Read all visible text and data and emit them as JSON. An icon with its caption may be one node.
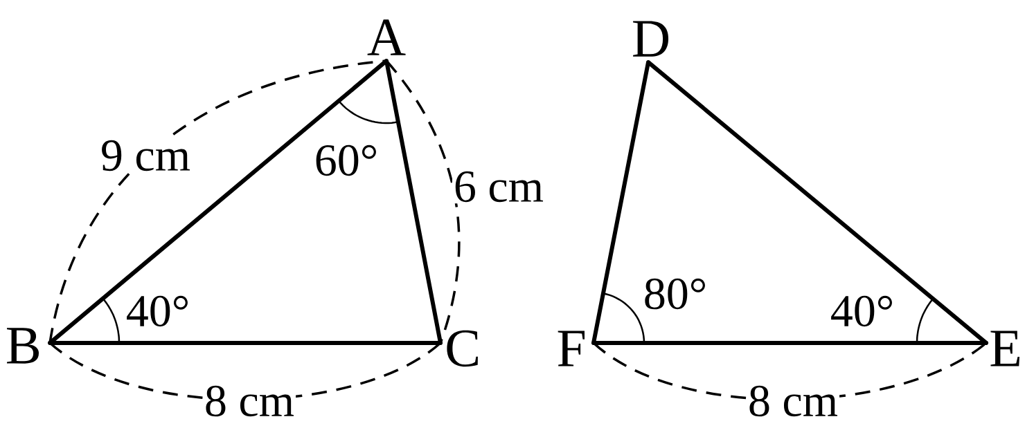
{
  "diagram": {
    "nodes": [
      {
        "text": [
          "A"
        ]
      },
      {
        "text": [
          "B"
        ]
      },
      {
        "text": [
          "C"
        ]
      },
      {
        "text": [
          "D"
        ]
      },
      {
        "text": [
          "E"
        ]
      },
      {
        "text": [
          "F"
        ]
      }
    ],
    "edges": [
      {
        "from": 0,
        "to": 1,
        "arrow": "none"
      },
      {
        "from": 1,
        "to": 2,
        "arrow": "none"
      },
      {
        "from": 2,
        "to": 0,
        "arrow": "none"
      },
      {
        "from": 3,
        "to": 5,
        "arrow": "none"
      },
      {
        "from": 5,
        "to": 4,
        "arrow": "none"
      },
      {
        "from": 4,
        "to": 3,
        "arrow": "none"
      }
    ],
    "labels": [
      "9 cm",
      "60°",
      "6 cm",
      "40°",
      "8 cm",
      "80°",
      "40°",
      "8 cm"
    ]
  }
}
